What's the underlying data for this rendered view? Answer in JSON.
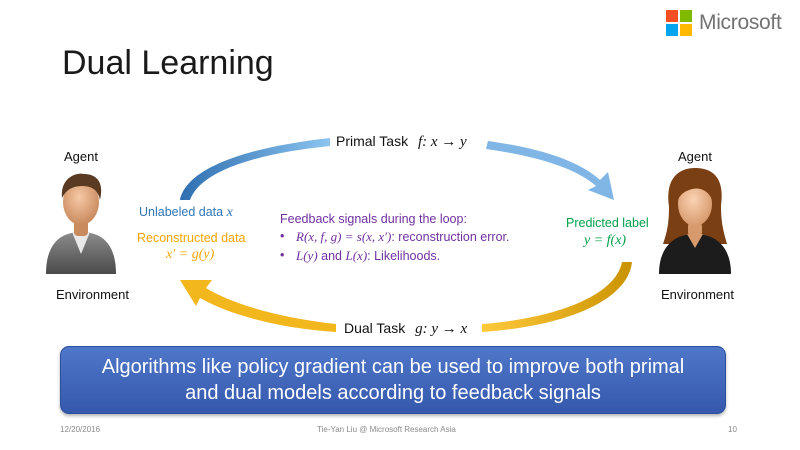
{
  "brand": {
    "name": "Microsoft",
    "tile_colors": [
      "#f25022",
      "#7fba00",
      "#00a4ef",
      "#ffb900"
    ]
  },
  "title": "Dual Learning",
  "left": {
    "top_label": "Agent",
    "bottom_label": "Environment",
    "icon": "man-avatar-icon"
  },
  "right": {
    "top_label": "Agent",
    "bottom_label": "Environment",
    "icon": "woman-avatar-icon"
  },
  "primal_task": {
    "label": "Primal Task",
    "formula": "f: x → y"
  },
  "dual_task": {
    "label": "Dual Task",
    "formula": "g: y → x"
  },
  "unlabeled": {
    "label": "Unlabeled data",
    "var": "x"
  },
  "reconstructed": {
    "label": "Reconstructed data",
    "formula": "x′ = g(y)"
  },
  "predicted": {
    "label": "Predicted label",
    "formula": "y = f(x)"
  },
  "feedback": {
    "heading": "Feedback signals during the loop:",
    "items": [
      {
        "math": "R(x, f, g) = s(x, x′)",
        "text": ": reconstruction error."
      },
      {
        "math_a": "L(y)",
        "mid": " and ",
        "math_b": "L(x)",
        "text": ": Likelihoods."
      }
    ]
  },
  "banner": {
    "line1": "Algorithms like policy gradient can be used to improve both primal",
    "line2": "and dual models according to feedback signals"
  },
  "footer": {
    "date": "12/20/2016",
    "center": "Tie-Yan Liu @ Microsoft Research Asia",
    "page": "10"
  },
  "colors": {
    "blue": "#2e75b6",
    "gold": "#f5a500",
    "green": "#00a04a",
    "purple": "#7030a0",
    "banner": "#4169c0"
  }
}
